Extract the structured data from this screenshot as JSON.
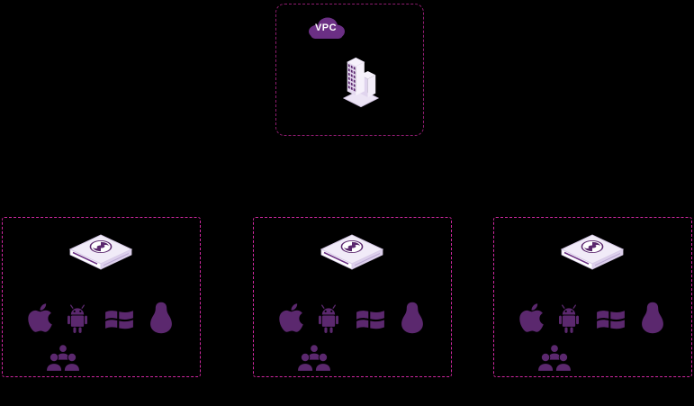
{
  "vpc_group": {
    "label": "VPC",
    "icons": [
      "vpc-cloud-icon",
      "office-building-icon"
    ]
  },
  "clusters": [
    {
      "id": "cluster-1",
      "icons": [
        "backup-appliance-icon",
        "apple-icon",
        "android-icon",
        "windows-icon",
        "linux-tux-icon",
        "user-group-icon"
      ]
    },
    {
      "id": "cluster-2",
      "icons": [
        "backup-appliance-icon",
        "apple-icon",
        "android-icon",
        "windows-icon",
        "linux-tux-icon",
        "user-group-icon"
      ]
    },
    {
      "id": "cluster-3",
      "icons": [
        "backup-appliance-icon",
        "apple-icon",
        "android-icon",
        "windows-icon",
        "linux-tux-icon",
        "user-group-icon"
      ]
    }
  ],
  "colors": {
    "background": "#000000",
    "vpc_border": "#8e1c6f",
    "cluster_border": "#cf28a0",
    "icon_fill": "#5b286e",
    "cloud_fill": "#6b2f84",
    "label_text": "#ffffff",
    "iso_light_face": "#f1ebf8",
    "iso_shade_face": "#ddd0ec"
  }
}
